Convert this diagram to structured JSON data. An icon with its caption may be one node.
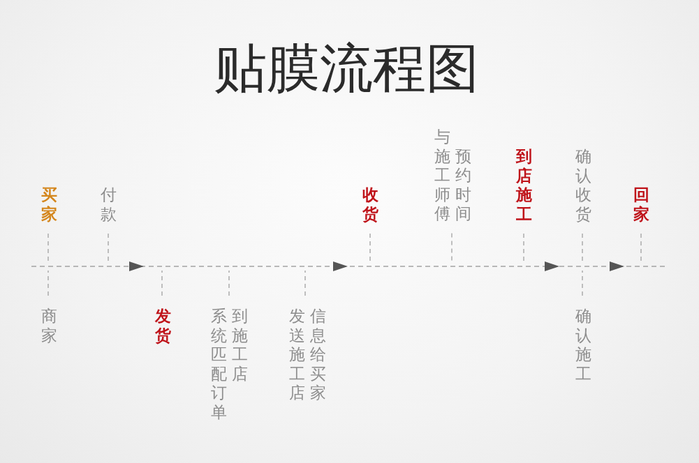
{
  "diagram": {
    "title": "贴膜流程图",
    "nodes": [
      {
        "text": [
          "买家"
        ]
      },
      {
        "text": [
          "商家"
        ]
      },
      {
        "text": [
          "付款"
        ]
      },
      {
        "text": [
          "发货"
        ]
      },
      {
        "text": [
          "系统匹配订单到施工店"
        ]
      },
      {
        "text": [
          "发送施工店信息给买家"
        ]
      },
      {
        "text": [
          "收货"
        ]
      },
      {
        "text": [
          "与施工师傅预约时间"
        ]
      },
      {
        "text": [
          "到店施工"
        ]
      },
      {
        "text": [
          "确认收货"
        ]
      },
      {
        "text": [
          "确认施工"
        ]
      },
      {
        "text": [
          "回家"
        ]
      }
    ],
    "edges": [
      {
        "from": 0,
        "to": null,
        "arrow": "none",
        "style": "dashed"
      },
      {
        "from": 1,
        "to": null,
        "arrow": "none",
        "style": "dashed"
      },
      {
        "from": 2,
        "to": null,
        "arrow": "none",
        "style": "dashed"
      },
      {
        "from": 3,
        "to": null,
        "arrow": "none",
        "style": "dashed"
      },
      {
        "from": 4,
        "to": null,
        "arrow": "none",
        "style": "dashed"
      },
      {
        "from": 5,
        "to": null,
        "arrow": "none",
        "style": "dashed"
      },
      {
        "from": 6,
        "to": null,
        "arrow": "none",
        "style": "dashed"
      },
      {
        "from": 7,
        "to": null,
        "arrow": "none",
        "style": "dashed"
      },
      {
        "from": 8,
        "to": null,
        "arrow": "none",
        "style": "dashed"
      },
      {
        "from": 9,
        "to": null,
        "arrow": "none",
        "style": "dashed"
      },
      {
        "from": 10,
        "to": null,
        "arrow": "none",
        "style": "dashed"
      },
      {
        "from": 11,
        "to": null,
        "arrow": "none",
        "style": "dashed"
      }
    ]
  }
}
